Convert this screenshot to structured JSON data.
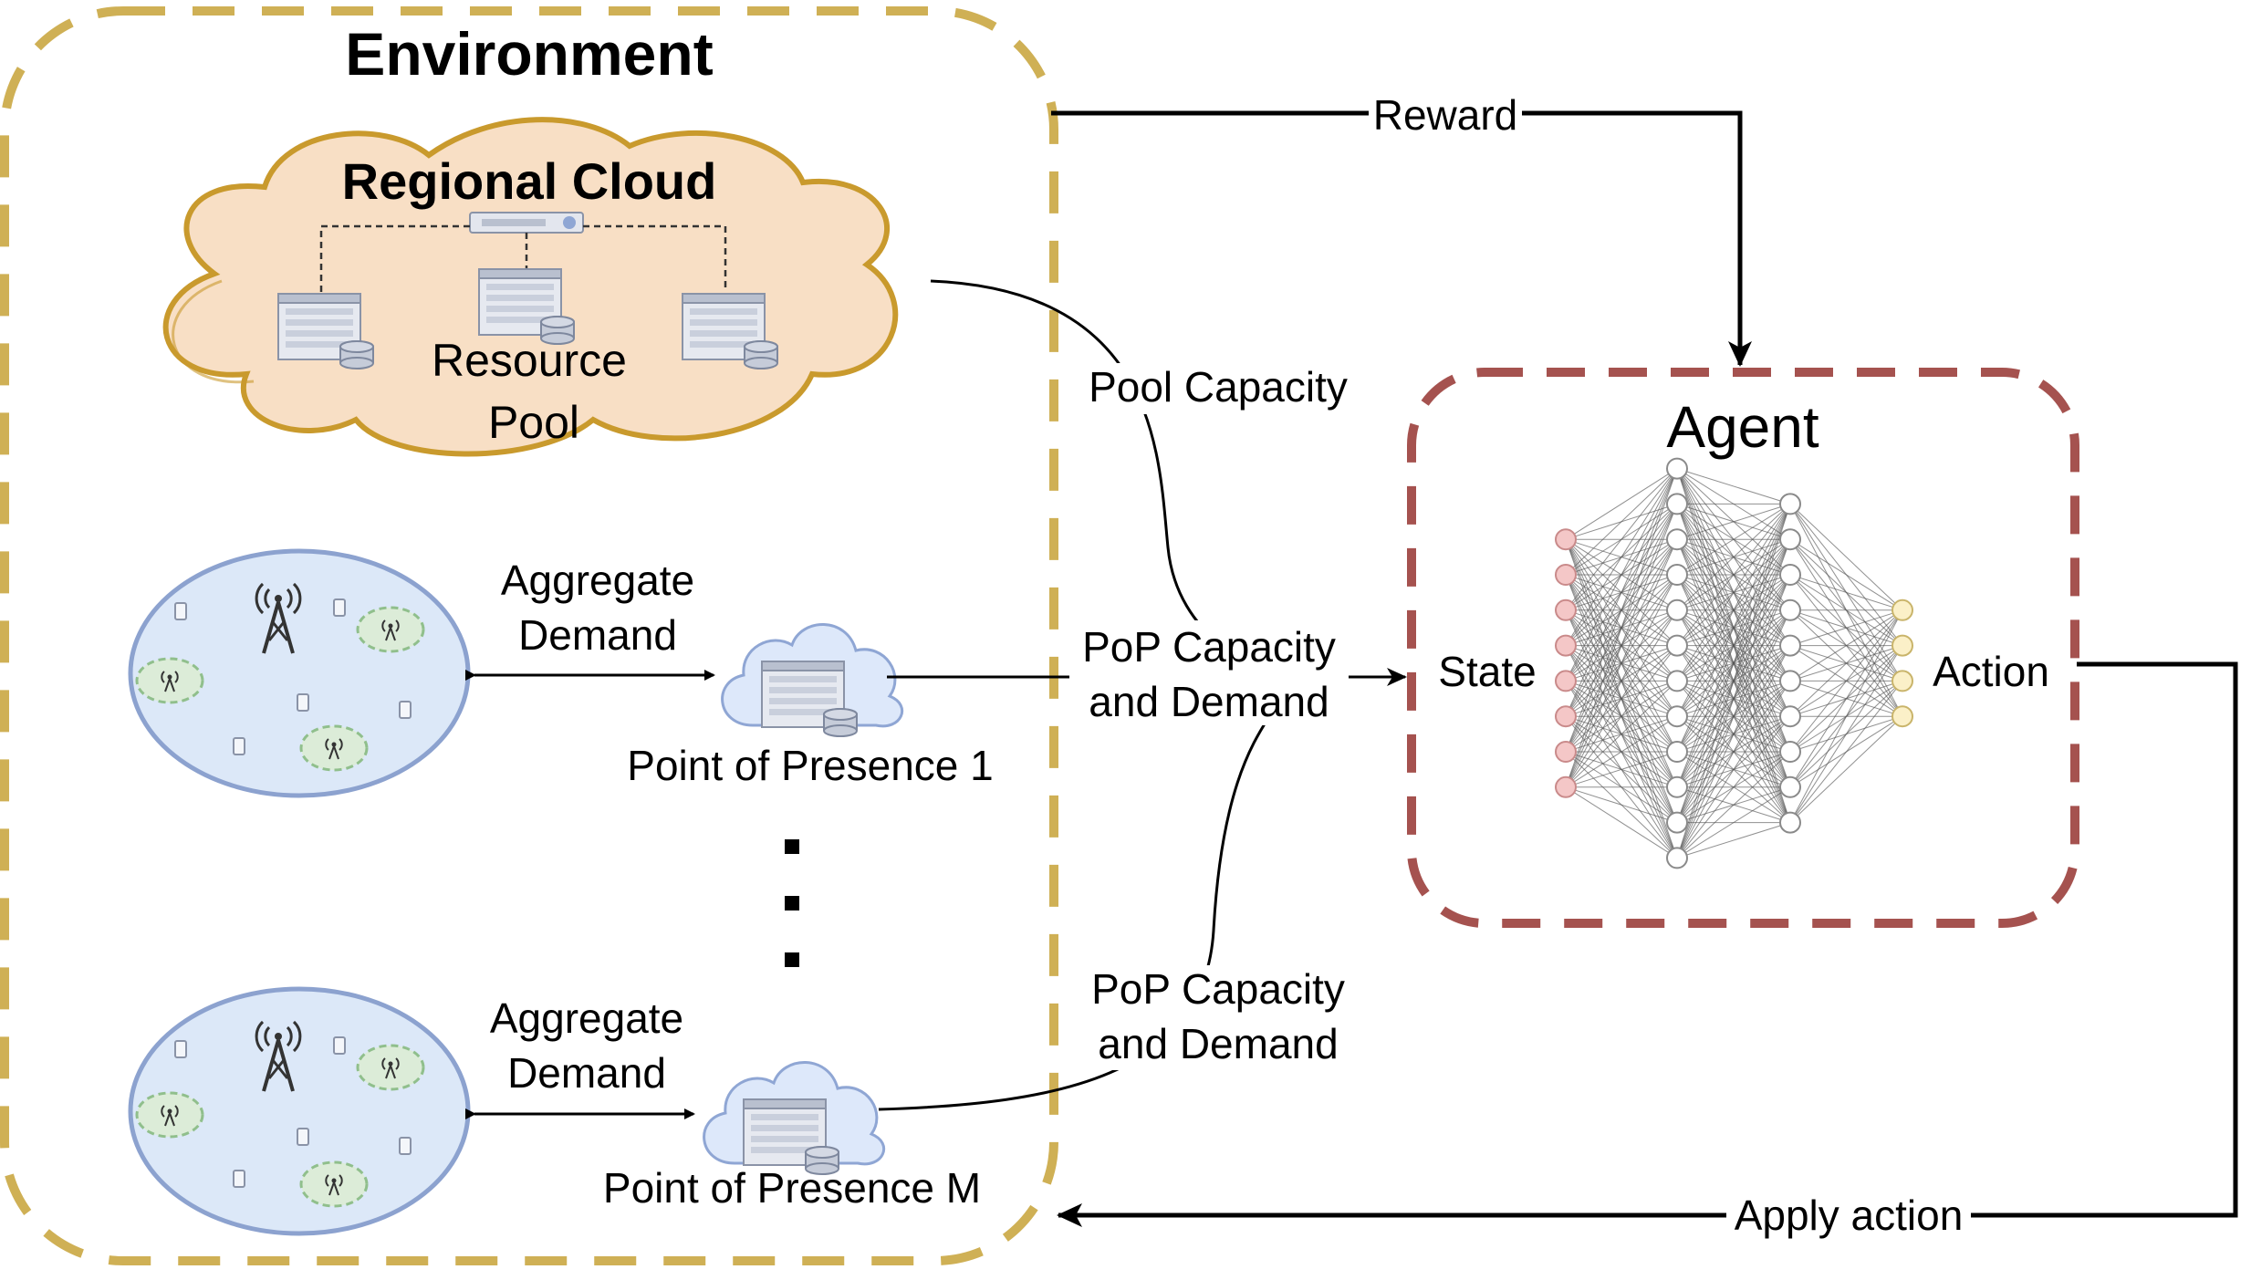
{
  "environment": {
    "title": "Environment",
    "regional_cloud": {
      "title": "Regional Cloud",
      "pool_label_line1": "Resource",
      "pool_label_line2": "Pool"
    },
    "pop_1": {
      "demand_line1": "Aggregate",
      "demand_line2": "Demand",
      "label": "Point of Presence 1"
    },
    "pop_m": {
      "demand_line1": "Aggregate",
      "demand_line2": "Demand",
      "label": "Point of Presence M"
    }
  },
  "flows": {
    "reward": "Reward",
    "pool_capacity": "Pool Capacity",
    "pop1_line1": "PoP Capacity",
    "pop1_line2": "and Demand",
    "popm_line1": "PoP Capacity",
    "popm_line2": "and Demand",
    "apply_action": "Apply action"
  },
  "agent": {
    "title": "Agent",
    "state_label": "State",
    "action_label": "Action",
    "network": {
      "layer_sizes": [
        8,
        12,
        10,
        4
      ]
    }
  },
  "colors": {
    "environment_border": "#cfb055",
    "agent_border": "#a5524f",
    "regional_cloud_fill": "#f8dfc5",
    "regional_cloud_border": "#c99a2d",
    "pop_cloud_fill": "#dde8fa",
    "pop_cloud_border": "#8fa6d4",
    "area_fill": "#dce8f8",
    "area_border": "#8ca2cf",
    "cell_fill": "#dcecd8",
    "cell_border": "#90bf8c",
    "input_node": "#f4c7c7",
    "output_node": "#fbf0c8"
  }
}
